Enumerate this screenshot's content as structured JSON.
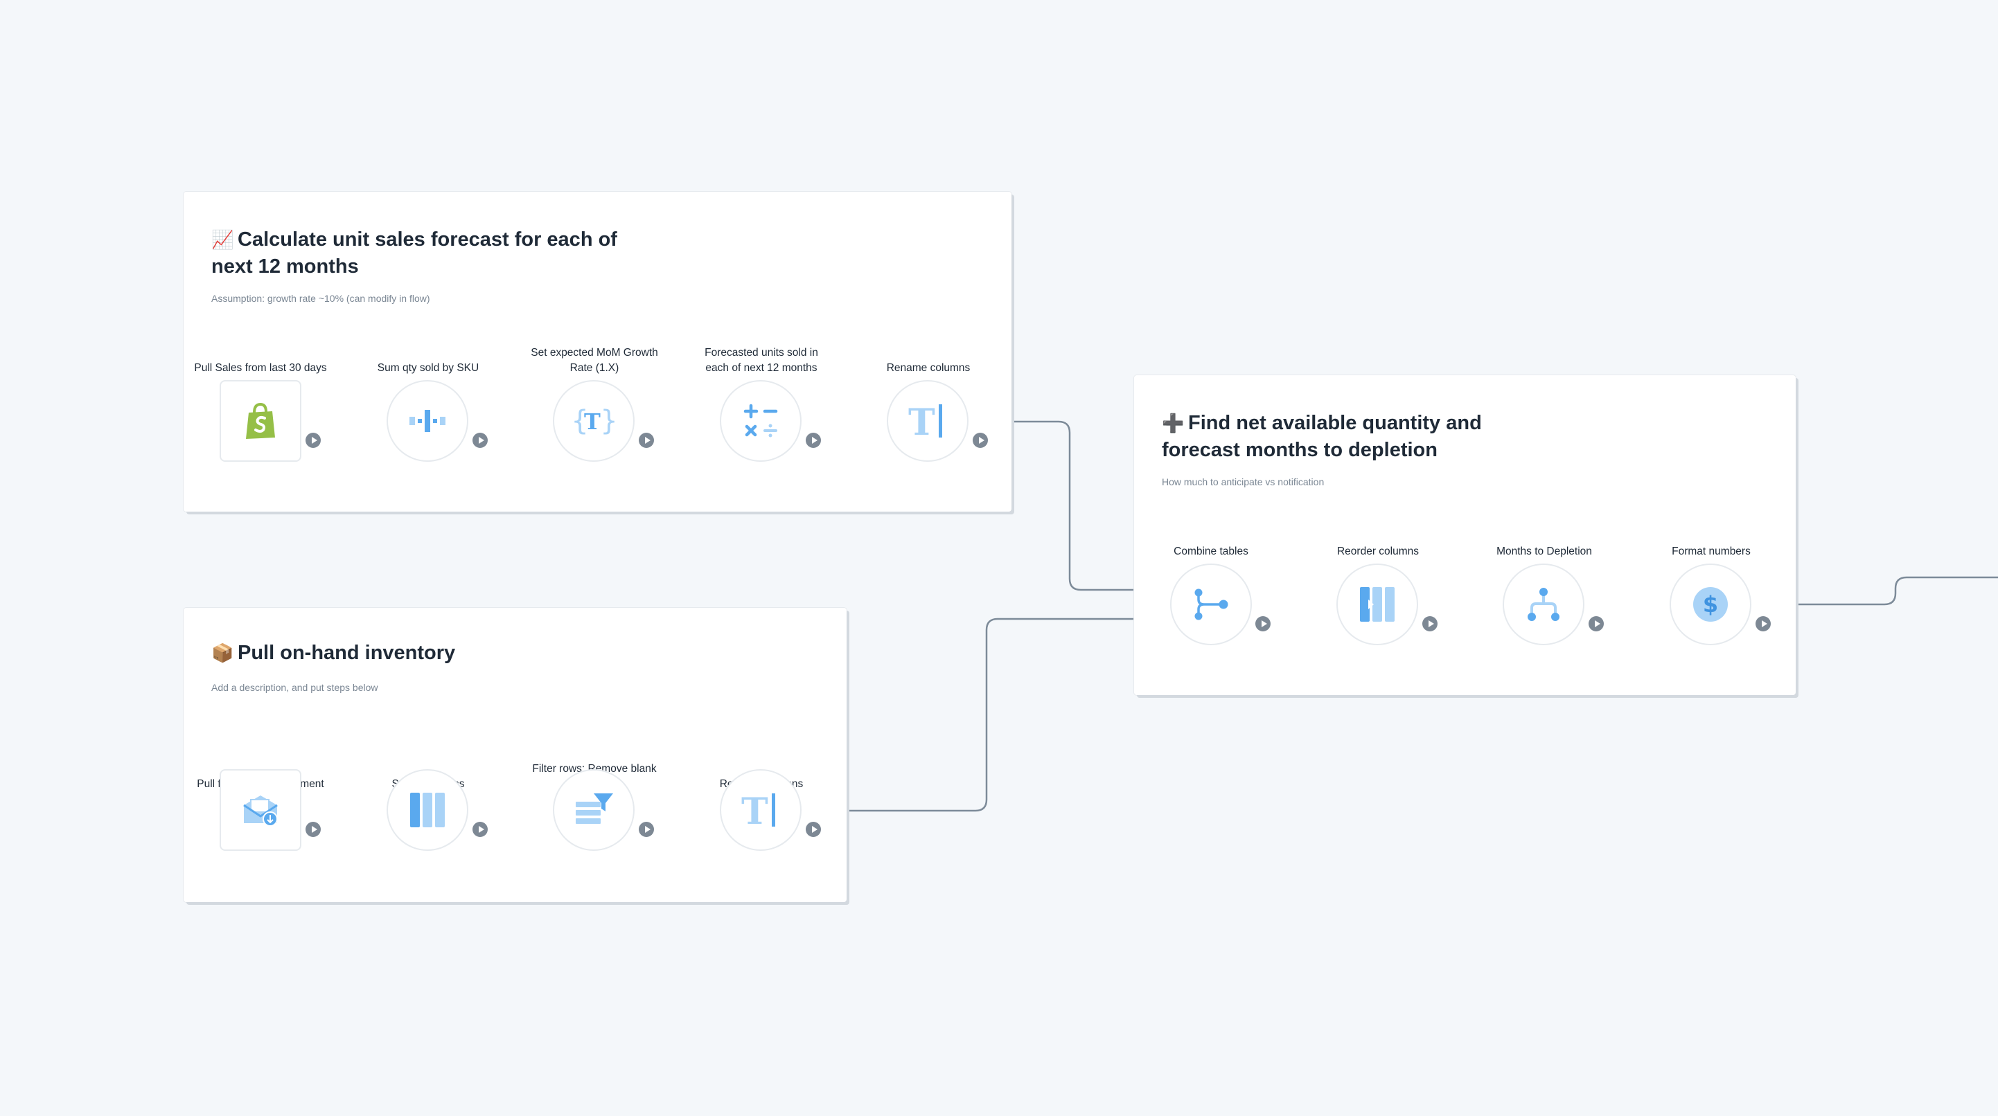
{
  "cards": {
    "forecast": {
      "emoji": "📈",
      "title": "Calculate unit sales forecast for each of next 12 months",
      "description": "Assumption: growth rate ~10% (can modify in flow)",
      "steps": [
        {
          "label": "Pull Sales from last 30 days",
          "icon": "shopify-icon"
        },
        {
          "label": "Sum qty sold by SKU",
          "icon": "aggregate-icon"
        },
        {
          "label": "Set expected MoM Growth Rate (1.X)",
          "icon": "variable-icon"
        },
        {
          "label": "Forecasted units sold in each of next 12 months",
          "icon": "calculator-icon"
        },
        {
          "label": "Rename columns",
          "icon": "rename-text-icon"
        }
      ]
    },
    "inventory": {
      "emoji": "📦",
      "title": "Pull on-hand inventory",
      "description": "Add a description, and put steps below",
      "steps": [
        {
          "label": "Pull from email attachment",
          "icon": "email-attachment-icon"
        },
        {
          "label": "Select columns",
          "icon": "columns-icon"
        },
        {
          "label": "Filter rows: Remove blank SKUs",
          "icon": "filter-icon"
        },
        {
          "label": "Rename columns",
          "icon": "rename-text-icon"
        }
      ]
    },
    "depletion": {
      "emoji": "➕",
      "title": "Find net available quantity and forecast months to depletion",
      "description": "How much to anticipate vs notification",
      "steps": [
        {
          "label": "Combine tables",
          "icon": "merge-icon"
        },
        {
          "label": "Reorder columns",
          "icon": "reorder-columns-icon"
        },
        {
          "label": "Months to Depletion",
          "icon": "hierarchy-icon"
        },
        {
          "label": "Format numbers",
          "icon": "dollar-icon"
        }
      ]
    }
  },
  "colors": {
    "canvas": "#f4f7fa",
    "connector": "#7d8b99",
    "icon_light": "#a9d3f7",
    "icon_mid": "#5aa9ee",
    "shopify_green": "#95bf47"
  }
}
